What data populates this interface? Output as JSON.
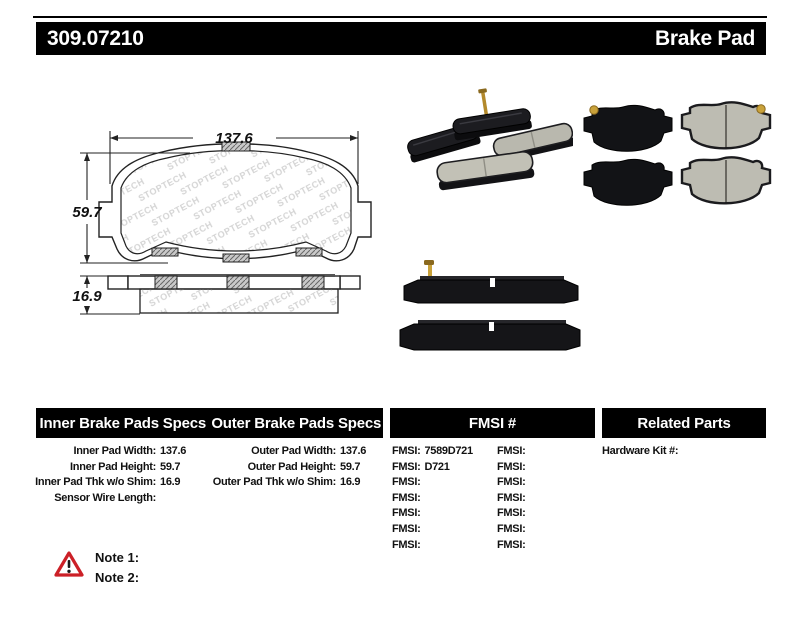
{
  "header": {
    "part_number": "309.07210",
    "product_type": "Brake Pad"
  },
  "drawing": {
    "watermark": "STOPTECH",
    "dimensions": {
      "width": "137.6",
      "height": "59.7",
      "thickness": "16.9"
    }
  },
  "spec_table": {
    "headers": {
      "inner": "Inner Brake Pads Specs",
      "outer": "Outer Brake Pads Specs",
      "fmsi": "FMSI #",
      "related": "Related Parts"
    },
    "inner_rows": [
      {
        "label": "Inner Pad Width:",
        "value": "137.6"
      },
      {
        "label": "Inner Pad Height:",
        "value": "59.7"
      },
      {
        "label": "Inner Pad Thk w/o Shim:",
        "value": "16.9"
      },
      {
        "label": "Sensor Wire Length:",
        "value": ""
      }
    ],
    "outer_rows": [
      {
        "label": "Outer Pad Width:",
        "value": "137.6"
      },
      {
        "label": "Outer Pad Height:",
        "value": "59.7"
      },
      {
        "label": "Outer Pad Thk w/o Shim:",
        "value": "16.9"
      }
    ],
    "fmsi_col1": [
      {
        "label": "FMSI:",
        "value": "7589D721"
      },
      {
        "label": "FMSI:",
        "value": "D721"
      },
      {
        "label": "FMSI:",
        "value": ""
      },
      {
        "label": "FMSI:",
        "value": ""
      },
      {
        "label": "FMSI:",
        "value": ""
      },
      {
        "label": "FMSI:",
        "value": ""
      },
      {
        "label": "FMSI:",
        "value": ""
      }
    ],
    "fmsi_col2": [
      {
        "label": "FMSI:",
        "value": ""
      },
      {
        "label": "FMSI:",
        "value": ""
      },
      {
        "label": "FMSI:",
        "value": ""
      },
      {
        "label": "FMSI:",
        "value": ""
      },
      {
        "label": "FMSI:",
        "value": ""
      },
      {
        "label": "FMSI:",
        "value": ""
      },
      {
        "label": "FMSI:",
        "value": ""
      }
    ],
    "related_rows": [
      {
        "label": "Hardware Kit #:",
        "value": ""
      }
    ]
  },
  "notes": {
    "items": [
      {
        "label": "Note 1:",
        "text": ""
      },
      {
        "label": "Note 2:",
        "text": ""
      }
    ]
  },
  "colors": {
    "bar_black": "#000000",
    "warning_red": "#cc2027",
    "friction_gray": "#bdbcb2",
    "sensor_brass": "#c9a23a"
  }
}
